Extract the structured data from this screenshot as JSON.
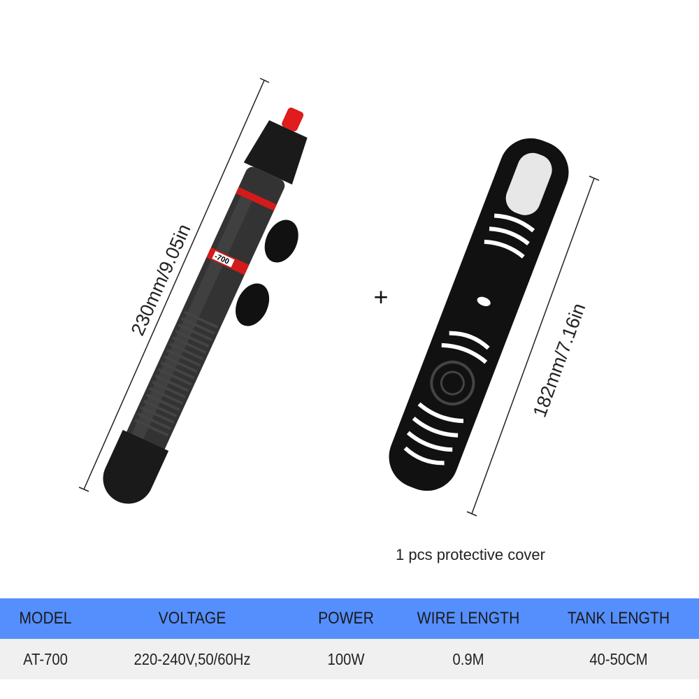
{
  "dimensions": {
    "heater": "230mm/9.05in",
    "cover": "182mm/7.16in"
  },
  "plus_sign": "+",
  "caption": "1 pcs protective cover",
  "heater_label": "-700",
  "table": {
    "headers": [
      "MODEL",
      "VOLTAGE",
      "POWER",
      "WIRE LENGTH",
      "TANK LENGTH"
    ],
    "rows": [
      [
        "AT-700",
        "220-240V,50/60Hz",
        "100W",
        "0.9M",
        "40-50CM"
      ]
    ]
  },
  "colors": {
    "header_bg": "#558ffd",
    "row_bg": "#f0f0f0",
    "knob": "#e02020"
  }
}
